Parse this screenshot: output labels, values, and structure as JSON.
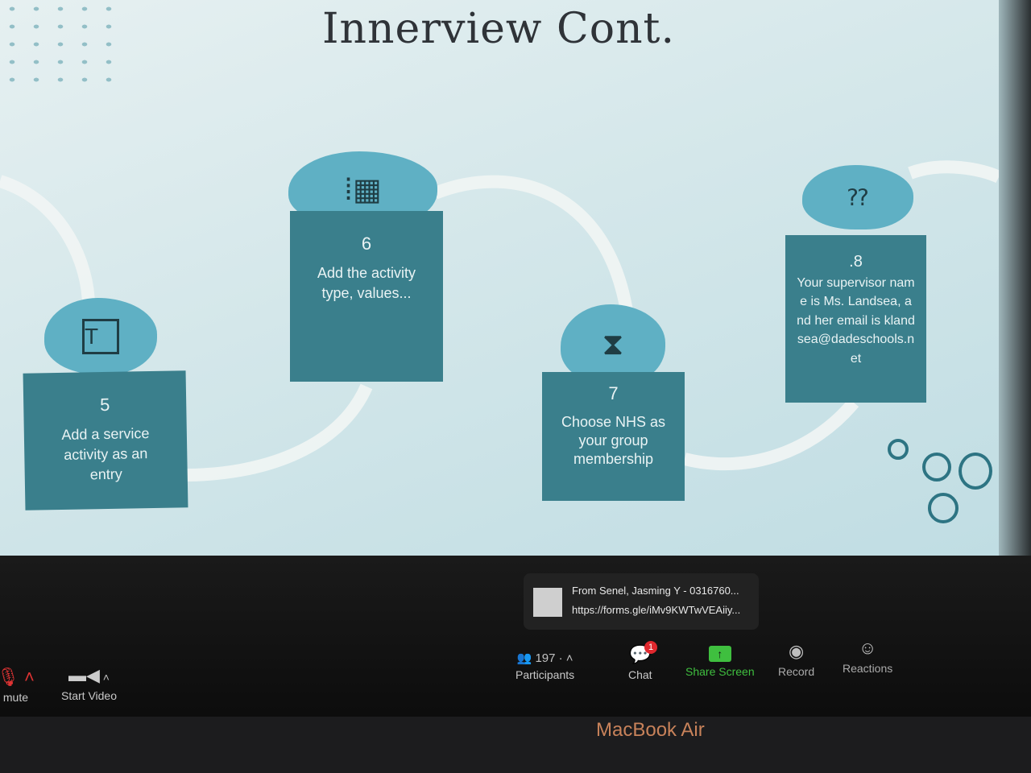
{
  "slide": {
    "title": "Innerview Cont.",
    "steps": [
      {
        "number": "5",
        "text": "Add a service activity as an entry",
        "icon": "text-box-icon"
      },
      {
        "number": "6",
        "text": "Add the activity type, values...",
        "icon": "palette-icon"
      },
      {
        "number": "7",
        "text": "Choose NHS as your group membership",
        "icon": "hourglass-icon"
      },
      {
        "number": ".8",
        "text": "Your supervisor name is Ms. Landsea, and her email is klandsea@dadeschools.net",
        "icon": "question-chat-icon"
      }
    ]
  },
  "chat_notification": {
    "sender": "From Senel, Jasming Y - 0316760...",
    "message": "https://forms.gle/iMv9KWTwVEAiiy..."
  },
  "toolbar": {
    "mute": "mute",
    "start_video": "Start Video",
    "participants": "Participants",
    "participants_count": "197",
    "chat": "Chat",
    "chat_badge": "1",
    "share_screen": "Share Screen",
    "record": "Record",
    "reactions": "Reactions"
  },
  "device_label": "MacBook Air",
  "colors": {
    "card": "#3a7f8c",
    "blob": "#5fb0c4",
    "share": "#3fbf3f",
    "badge": "#e0282e"
  }
}
